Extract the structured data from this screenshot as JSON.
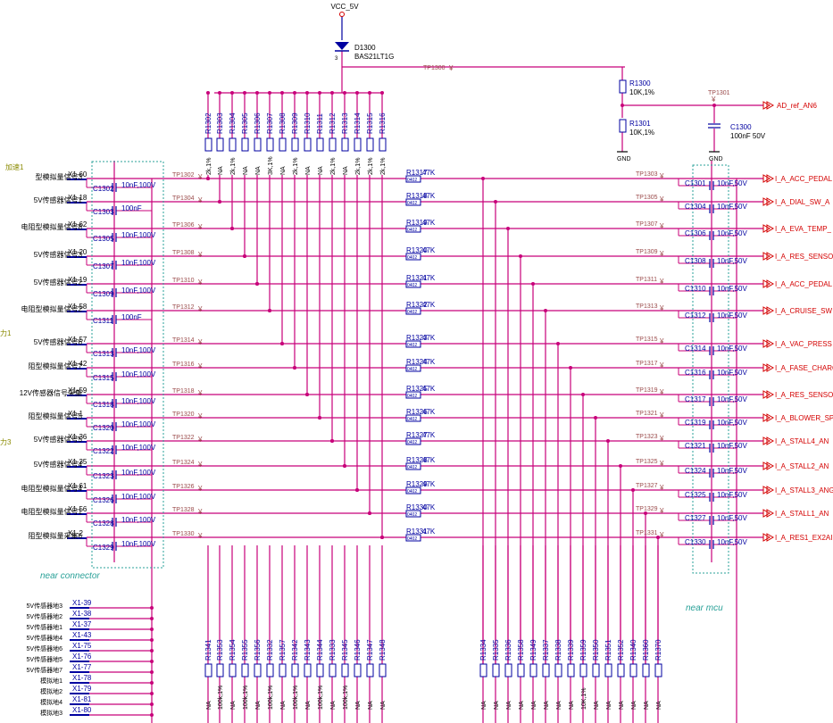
{
  "power": {
    "vcc": "VCC_5V",
    "diode_ref": "D1300",
    "diode_part": "BAS21LT1G",
    "diode_pin": "3",
    "tp_top": "TP1300"
  },
  "ref_divider": {
    "r_top": "R1300",
    "r_top_val": "10K,1%",
    "r_bot": "R1301",
    "r_bot_val": "10K,1%",
    "gnd": "GND",
    "tp": "TP1301",
    "cap": "C1300",
    "cap_val": "100nF 50V",
    "net": "AD_ref_AN6"
  },
  "pullups": [
    {
      "ref": "R1302",
      "val": "2k,1%"
    },
    {
      "ref": "R1303",
      "val": "NA"
    },
    {
      "ref": "R1304",
      "val": "2k,1%"
    },
    {
      "ref": "R1305",
      "val": "NA"
    },
    {
      "ref": "R1306",
      "val": "NA"
    },
    {
      "ref": "R1307",
      "val": "3K,1%"
    },
    {
      "ref": "R1308",
      "val": "NA"
    },
    {
      "ref": "R1309",
      "val": "2k,1%"
    },
    {
      "ref": "R1310",
      "val": "NA"
    },
    {
      "ref": "R1311",
      "val": "NA"
    },
    {
      "ref": "R1312",
      "val": "2k,1%"
    },
    {
      "ref": "R1313",
      "val": "NA"
    },
    {
      "ref": "R1314",
      "val": "2k,1%"
    },
    {
      "ref": "R1315",
      "val": "2k,1%"
    },
    {
      "ref": "R1316",
      "val": "2k,1%"
    }
  ],
  "channels": [
    {
      "desc": "型模拟量信号3",
      "pin": "X1-60",
      "cap": "C1302",
      "cap_val": "10nF,100V",
      "tp_in": "TP1302",
      "res": "R1317",
      "res_val": "47K",
      "tp_out": "TP1303",
      "cap2": "C1301",
      "cap2_val": "10nF,50V",
      "net": "I_A_ACC_PEDAL"
    },
    {
      "desc": "5V传感器信号1",
      "pin": "X1-18",
      "cap": "C1303",
      "cap_val": "100nF",
      "tp_in": "TP1304",
      "res": "R1318",
      "res_val": "47K",
      "tp_out": "TP1305",
      "cap2": "C1304",
      "cap2_val": "10nF,50V",
      "net": "I_A_DIAL_SW_A"
    },
    {
      "desc": "电阻型模拟量信号8",
      "pin": "X1-62",
      "cap": "C1305",
      "cap_val": "10nF,100V",
      "tp_in": "TP1306",
      "res": "R1319",
      "res_val": "47K",
      "tp_out": "TP1307",
      "cap2": "C1306",
      "cap2_val": "10nF,50V",
      "net": "I_A_EVA_TEMP_"
    },
    {
      "desc": "5V传感器信号3",
      "pin": "X1-20",
      "cap": "C1307",
      "cap_val": "10nF,100V",
      "tp_in": "TP1308",
      "res": "R1320",
      "res_val": "47K",
      "tp_out": "TP1309",
      "cap2": "C1308",
      "cap2_val": "10nF,50V",
      "net": "I_A_RES_SENSO"
    },
    {
      "desc": "5V传感器信号2",
      "pin": "X1-19",
      "cap": "C1309",
      "cap_val": "10nF,100V",
      "tp_in": "TP1310",
      "res": "R1321",
      "res_val": "47K",
      "tp_out": "TP1311",
      "cap2": "C1310",
      "cap2_val": "10nF,50V",
      "net": "I_A_ACC_PEDAL"
    },
    {
      "desc": "电阻型模拟量信号2",
      "pin": "X1-58",
      "cap": "C1311",
      "cap_val": "100nF",
      "tp_in": "TP1312",
      "res": "R1322",
      "res_val": "47K",
      "tp_out": "TP1313",
      "cap2": "C1312",
      "cap2_val": "10nF,50V",
      "net": "I_A_CRUISE_SW"
    },
    {
      "desc": "5V传感器信号6",
      "pin": "X1-57",
      "cap": "C1313",
      "cap_val": "10nF,100V",
      "tp_in": "TP1314",
      "res": "R1323",
      "res_val": "47K",
      "tp_out": "TP1315",
      "cap2": "C1314",
      "cap2_val": "10nF,50V",
      "net": "I_A_VAC_PRESS"
    },
    {
      "desc": "阻型模拟量信号7",
      "pin": "X1-42",
      "cap": "C1315",
      "cap_val": "10nF,100V",
      "tp_in": "TP1316",
      "res": "R1324",
      "res_val": "47K",
      "tp_out": "TP1317",
      "cap2": "C1316",
      "cap2_val": "10nF,50V",
      "net": "I_A_FASE_CHARGE_TEM"
    },
    {
      "desc": "12V传感器信号采集",
      "pin": "X1-59",
      "cap": "C1318",
      "cap_val": "10nF,100V",
      "tp_in": "TP1318",
      "res": "R1325",
      "res_val": "47K",
      "tp_out": "TP1319",
      "cap2": "C1317",
      "cap2_val": "10nF,50V",
      "net": "I_A_RES_SENSO"
    },
    {
      "desc": "阻型模拟量信号5",
      "pin": "X1-1",
      "cap": "C1320",
      "cap_val": "10nF,100V",
      "tp_in": "TP1320",
      "res": "R1326",
      "res_val": "47K",
      "tp_out": "TP1321",
      "cap2": "C1319",
      "cap2_val": "10nF,50V",
      "net": "I_A_BLOWER_SP"
    },
    {
      "desc": "5V传感器信号5",
      "pin": "X1-36",
      "cap": "C1322",
      "cap_val": "10nF,100V",
      "tp_in": "TP1322",
      "res": "R1327",
      "res_val": "47K",
      "tp_out": "TP1323",
      "cap2": "C1321",
      "cap2_val": "10nF,50V",
      "net": "I_A_STALL4_AN"
    },
    {
      "desc": "5V传感器信号4",
      "pin": "X1-35",
      "cap": "C1323",
      "cap_val": "10nF,100V",
      "tp_in": "TP1324",
      "res": "R1328",
      "res_val": "47K",
      "tp_out": "TP1325",
      "cap2": "C1324",
      "cap2_val": "10nF,50V",
      "net": "I_A_STALL2_AN"
    },
    {
      "desc": "电阻型模拟量信号4",
      "pin": "X1-61",
      "cap": "C1326",
      "cap_val": "10nF,100V",
      "tp_in": "TP1326",
      "res": "R1329",
      "res_val": "47K",
      "tp_out": "TP1327",
      "cap2": "C1325",
      "cap2_val": "10nF,50V",
      "net": "I_A_STALL3_ANG"
    },
    {
      "desc": "电阻型模拟量信号1",
      "pin": "X1-56",
      "cap": "C1328",
      "cap_val": "10nF,100V",
      "tp_in": "TP1328",
      "res": "R1330",
      "res_val": "47K",
      "tp_out": "TP1329",
      "cap2": "C1327",
      "cap2_val": "10nF,50V",
      "net": "I_A_STALL1_AN"
    },
    {
      "desc": "阻型模拟量采集6",
      "pin": "X1-2",
      "cap": "C1329",
      "cap_val": "10nF,100V",
      "tp_in": "TP1330",
      "res": "R1331",
      "res_val": "47K",
      "tp_out": "TP1331",
      "cap2": "C1330",
      "cap2_val": "10nF,50V",
      "net": "I_A_RES1_EX2AI"
    }
  ],
  "partial_labels": [
    "加速1",
    "力1",
    "力3"
  ],
  "footprint": "0402",
  "near_connector": "near connector",
  "near_mcu": "near mcu",
  "ground_pins": [
    {
      "desc": "5V传感器地3",
      "pin": "X1-39"
    },
    {
      "desc": "5V传感器地2",
      "pin": "X1-38"
    },
    {
      "desc": "5V传感器地1",
      "pin": "X1-37"
    },
    {
      "desc": "5V传感器地4",
      "pin": "X1-43"
    },
    {
      "desc": "5V传感器地6",
      "pin": "X1-75"
    },
    {
      "desc": "5V传感器地5",
      "pin": "X1-76"
    },
    {
      "desc": "5V传感器地7",
      "pin": "X1-77"
    },
    {
      "desc": "模拟地1",
      "pin": "X1-78"
    },
    {
      "desc": "模拟地2",
      "pin": "X1-79"
    },
    {
      "desc": "模拟地4",
      "pin": "X1-81"
    },
    {
      "desc": "模拟地3",
      "pin": "X1-80"
    }
  ],
  "bottom_res_left": [
    {
      "ref": "R1341",
      "val": "NA"
    },
    {
      "ref": "R1353",
      "val": "100k,1%"
    },
    {
      "ref": "R1354",
      "val": "NA"
    },
    {
      "ref": "R1355",
      "val": "100k,1%"
    },
    {
      "ref": "R1356",
      "val": "NA"
    },
    {
      "ref": "R1332",
      "val": "100k,1%"
    },
    {
      "ref": "R1357",
      "val": "NA"
    },
    {
      "ref": "R1342",
      "val": "100k,1%"
    },
    {
      "ref": "R1343",
      "val": "NA"
    },
    {
      "ref": "R1344",
      "val": "100k,1%"
    },
    {
      "ref": "R1333",
      "val": "NA"
    },
    {
      "ref": "R1345",
      "val": "100k,1%"
    },
    {
      "ref": "R1346",
      "val": "NA"
    },
    {
      "ref": "R1347",
      "val": "NA"
    },
    {
      "ref": "R1348",
      "val": "NA"
    }
  ],
  "bottom_res_right": [
    {
      "ref": "R1334",
      "val": "NA"
    },
    {
      "ref": "R1335",
      "val": "NA"
    },
    {
      "ref": "R1336",
      "val": "NA"
    },
    {
      "ref": "R1358",
      "val": "NA"
    },
    {
      "ref": "R1349",
      "val": "NA"
    },
    {
      "ref": "R1337",
      "val": "NA"
    },
    {
      "ref": "R1338",
      "val": "NA"
    },
    {
      "ref": "R1339",
      "val": "NA"
    },
    {
      "ref": "R1359",
      "val": "10K,1%"
    },
    {
      "ref": "R1350",
      "val": "NA"
    },
    {
      "ref": "R1351",
      "val": "NA"
    },
    {
      "ref": "R1352",
      "val": "NA"
    },
    {
      "ref": "R1340",
      "val": "NA"
    },
    {
      "ref": "R1360",
      "val": "NA"
    },
    {
      "ref": "R1370",
      "val": "NA"
    }
  ],
  "colors": {
    "wire": "#c8007a",
    "component": "#0000a0",
    "box": "#2aa198",
    "arrow": "#d40000",
    "testpoint": "#9a4a4a",
    "olive": "#8a8a00"
  }
}
